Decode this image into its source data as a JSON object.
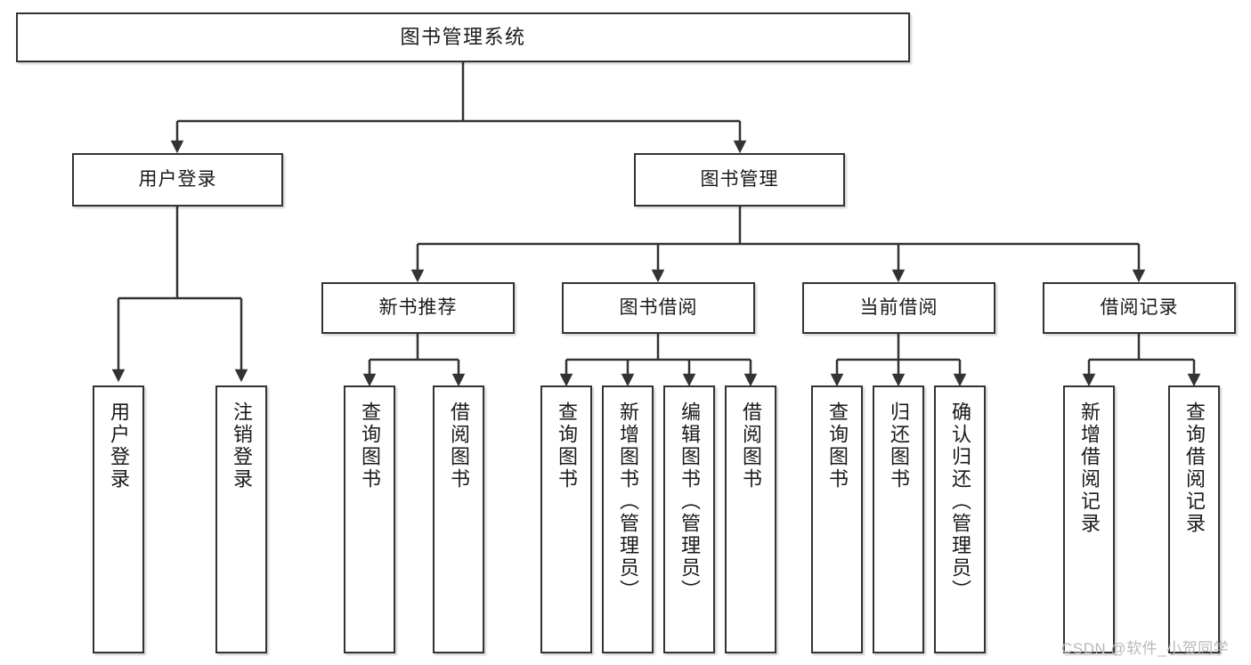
{
  "diagram": {
    "title": "图书管理系统",
    "watermark": "CSDN @软件_小贺同学",
    "colors": {
      "background": "#ffffff",
      "node_fill": "#ffffff",
      "node_border": "#333333",
      "edge": "#333333",
      "text": "#1a1a1a",
      "watermark": "#b8b8b8"
    },
    "levels": {
      "root": "图书管理系统",
      "level1": [
        "用户登录",
        "图书管理"
      ],
      "level2": [
        "新书推荐",
        "图书借阅",
        "当前借阅",
        "借阅记录"
      ]
    },
    "nodes": {
      "root": {
        "label": "图书管理系统"
      },
      "user_login": {
        "label": "用户登录"
      },
      "book_manage": {
        "label": "图书管理"
      },
      "new_book_rec": {
        "label": "新书推荐"
      },
      "book_borrow": {
        "label": "图书借阅"
      },
      "current_borrow": {
        "label": "当前借阅"
      },
      "borrow_record": {
        "label": "借阅记录"
      },
      "leaf_user_login": {
        "label": "用户登录"
      },
      "leaf_user_logout": {
        "label": "注销登录"
      },
      "leaf_query_book_1": {
        "label": "查询图书"
      },
      "leaf_borrow_book_1": {
        "label": "借阅图书"
      },
      "leaf_query_book_2": {
        "label": "查询图书"
      },
      "leaf_add_book": {
        "label": "新增图书（管理员）"
      },
      "leaf_edit_book": {
        "label": "编辑图书（管理员）"
      },
      "leaf_borrow_book_2": {
        "label": "借阅图书"
      },
      "leaf_query_book_3": {
        "label": "查询图书"
      },
      "leaf_return_book": {
        "label": "归还图书"
      },
      "leaf_confirm_return": {
        "label": "确认归还（管理员）"
      },
      "leaf_add_record": {
        "label": "新增借阅记录"
      },
      "leaf_query_record": {
        "label": "查询借阅记录"
      }
    }
  }
}
